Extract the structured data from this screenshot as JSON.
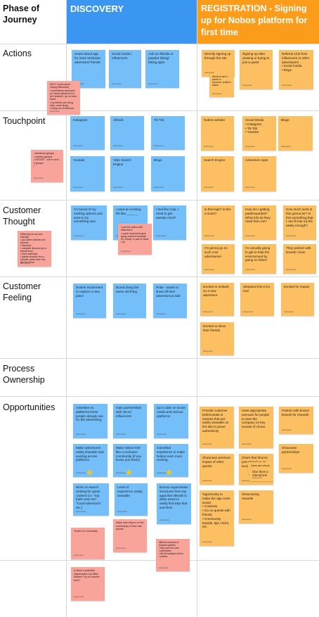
{
  "header": {
    "phase_label": "Phase of Journey",
    "discovery": "DISCOVERY",
    "registration": "REGISTRATION - Signing up for Nobos platform for first time"
  },
  "colors": {
    "discovery_header": "#3b96f2",
    "registration_header": "#fb9d1b",
    "blue_note": "#74bffa",
    "orange_note": "#fcbf62",
    "pink_note": "#f9a49a",
    "star": "#f2c81e"
  },
  "rows": [
    {
      "label": "Actions"
    },
    {
      "label": "Touchpoint"
    },
    {
      "label": "Customer Thought"
    },
    {
      "label": "Customer Feeling"
    },
    {
      "label": "Process Ownership"
    },
    {
      "label": "Opportunities"
    }
  ],
  "notes": {
    "actions": [
      {
        "text": "Hears about app for more technical adventure/ friends",
        "author": "Anonymous"
      },
      {
        "text": "Social media / Influencers",
        "author": "Anonymous"
      },
      {
        "text": "Ads on Alltrails or popular hiking/ biking apps",
        "author": "Anonymous"
      },
      {
        "text": "WHY? (more about having influences)\n• user/friends sent/used an 'cause alltrail ad but isn't shared) / go on more travel\n• my friends are doing trips, come along\n• trying out of influence",
        "author": "Anonymous"
      },
      {
        "text": "Directly signing up through the site",
        "author": "Anonymous"
      },
      {
        "text": "Needs to add a parent or someone, profile is added",
        "author": "Anonymous"
      },
      {
        "text": "Signing up after viewing or trying to join a quest",
        "author": "Anonymous"
      },
      {
        "text": "Referral Link from influencers or other adventurers\n• social media\n• blogs",
        "author": "Anonymous"
      }
    ],
    "touchpoint": [
      {
        "text": "Instagram",
        "author": "Anonymous"
      },
      {
        "text": "Alltrails",
        "author": "Anonymous"
      },
      {
        "text": "Tik Tok",
        "author": "Anonymous"
      },
      {
        "text": "Youtube",
        "author": "Anonymous"
      },
      {
        "text": "Yelp! Search Engine",
        "author": "Anonymous"
      },
      {
        "text": "Blogs",
        "author": "Anonymous"
      },
      {
        "text": "• facebook groups\n• meetup groups\n• REDDIT - we've sent it groups\n•",
        "author": "Anonymous"
      },
      {
        "text": "Nobos website",
        "author": "Anonymous"
      },
      {
        "text": "Social Media\n• Instagram\n• Tik Tok\n• Youtube",
        "author": "Anonymous"
      },
      {
        "text": "Blogs",
        "author": "Anonymous"
      },
      {
        "text": "Search Engine",
        "author": "Anonymous"
      },
      {
        "text": "Adventure Apps",
        "author": "Anonymous"
      }
    ],
    "thought": [
      {
        "text": "I'm bored of my existing options and want to try something new",
        "author": "Anonymous"
      },
      {
        "text": "I want an exciting life like ______",
        "author": "Anonymous"
      },
      {
        "text": "I feel like crap, I need to get outside ASAP.",
        "author": "Anonymous"
      },
      {
        "text": "• see the videos with influencers\n• social movement goes going outdoors because it's 'trendy' or part of 'what I do'",
        "author": "Anonymous"
      },
      {
        "text": "Differently he can look mentally\n• goo-hikers travelers are grounds\n• discovery\n• complete discount (not a special story\n• more adventure\n• quests shouldn't be so complex (need more fun) like much less",
        "author": "Anonymous"
      },
      {
        "text": "Is this legit? Is this a scam?",
        "author": "Anonymous"
      },
      {
        "text": "How am I getting paid/rewarded? What info do they need from me?",
        "author": "Anonymous"
      },
      {
        "text": "How much work is this gonna be? Is this something that I can fit into my life easily enough?",
        "author": "Anonymous"
      },
      {
        "text": "I'm gonna go on such cool adventures!",
        "author": "Anonymous"
      },
      {
        "text": "I'm actually going to get to help the environment by going on hikes!",
        "author": "Anonymous"
      },
      {
        "text": "They partner with brands I love!",
        "author": "Anonymous"
      }
    ],
    "feeling": [
      {
        "text": "Desire/ excitement to explore a new place",
        "author": "Anonymous"
      },
      {
        "text": "Bored doing the same old thing",
        "author": "Anonymous"
      },
      {
        "text": "Pride - wants to show off their adventurous side",
        "author": "Anonymous"
      },
      {
        "text": "Excited to embark on a new adventure",
        "author": "Anonymous"
      },
      {
        "text": "Skeptical this is for real",
        "author": "Anonymous"
      },
      {
        "text": "Excited for impact",
        "author": "Anonymous"
      },
      {
        "text": "Excited to show their friends",
        "author": "Anonymous"
      }
    ],
    "opportunities": [
      {
        "text": "Advertise on platforms these people already use for the advertising",
        "author": "Anonymous"
      },
      {
        "text": "Gain partnerships with micro/ influencers",
        "author": "Anonymous"
      },
      {
        "text": "Up to date on social media and various platforms",
        "author": "Anonymous"
      },
      {
        "text": "Make adventures easily sharable and exciting across platforms",
        "author": "Anonymous"
      },
      {
        "text": "Make Nobos feel like a exclusive community (if you know, you know)",
        "author": "Anonymous"
      },
      {
        "text": "Gamefied experience to make Nobos even more exciting.",
        "author": "Anonymous"
      },
      {
        "text": "Work on search ranking for quest content (i.e. \"top trails near me\", \"Local adventure\", etc.)",
        "author": "Anonymous"
      },
      {
        "text": "Level of experience easily viewable",
        "author": "Anonymous"
      },
      {
        "text": "Borrow organization structures from top apps like Alltrails to allow users to easily find trips that suit them",
        "author": "Anonymous"
      },
      {
        "text": "Make sure they're on the costume(s) of their own quests",
        "author": "Anonymous"
      },
      {
        "text": "Tender of Community",
        "author": "Anonymous"
      },
      {
        "text": "different amounts of rewards systems\n• they want one card\n• adventures\n• tell the fantasy is friend\n• phases",
        "author": "Anonymous"
      },
      {
        "text": "Is there a potential organization non-Bike feature? Up no income feed?",
        "author": "Anonymous"
      },
      {
        "text": "Provide customer testimonials or reviews that are easily viewable on the site to prove authenticity",
        "author": "Anonymous"
      },
      {
        "text": "Have appropriate avenues for people to view the company on key socials of choice",
        "author": "Anonymous"
      },
      {
        "text": "Partner with known brands for rewards",
        "author": "Anonymous"
      },
      {
        "text": "Showcase previous impact of other quests",
        "author": "Anonymous"
      },
      {
        "text": "Share that they've just signed up on socials",
        "author": "Anonymous"
      },
      {
        "text": "Users can rebook the same quest",
        "author": "Anonymous"
      },
      {
        "text": "Give them a referral link",
        "author": "Anonymous"
      },
      {
        "text": "Showcase partnerships",
        "author": "Anonymous"
      },
      {
        "text": "Opportunity to make the app more social\n• Contests\n• Go on quests with friends\n• Community boards, tips, tricks, etc.",
        "author": "Anonymous"
      },
      {
        "text": "Showcasing rewards",
        "author": "Anonymous"
      }
    ]
  }
}
